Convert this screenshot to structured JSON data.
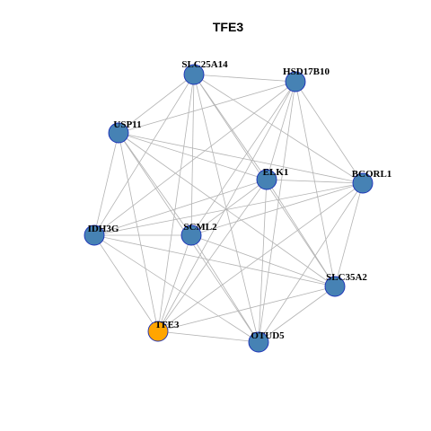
{
  "title": "TFE3",
  "colors": {
    "node_default": "#4682B4",
    "node_highlight": "#FFA500",
    "node_border": "#1A2FB8",
    "edge": "#B3B3B3"
  },
  "nodes": [
    {
      "id": "SLC25A14",
      "highlight": false
    },
    {
      "id": "HSD17B10",
      "highlight": false
    },
    {
      "id": "USP11",
      "highlight": false
    },
    {
      "id": "ELK1",
      "highlight": false
    },
    {
      "id": "BCORL1",
      "highlight": false
    },
    {
      "id": "IDH3G",
      "highlight": false
    },
    {
      "id": "SCML2",
      "highlight": false
    },
    {
      "id": "SLC35A2",
      "highlight": false
    },
    {
      "id": "TFE3",
      "highlight": true
    },
    {
      "id": "OTUD5",
      "highlight": false
    }
  ],
  "edges": [
    [
      "SLC25A14",
      "HSD17B10"
    ],
    [
      "SLC25A14",
      "USP11"
    ],
    [
      "SLC25A14",
      "BCORL1"
    ],
    [
      "SLC25A14",
      "ELK1"
    ],
    [
      "SLC25A14",
      "SLC35A2"
    ],
    [
      "SLC25A14",
      "IDH3G"
    ],
    [
      "SLC25A14",
      "SCML2"
    ],
    [
      "SLC25A14",
      "TFE3"
    ],
    [
      "SLC25A14",
      "OTUD5"
    ],
    [
      "HSD17B10",
      "USP11"
    ],
    [
      "HSD17B10",
      "BCORL1"
    ],
    [
      "HSD17B10",
      "ELK1"
    ],
    [
      "HSD17B10",
      "SLC35A2"
    ],
    [
      "HSD17B10",
      "IDH3G"
    ],
    [
      "HSD17B10",
      "SCML2"
    ],
    [
      "HSD17B10",
      "TFE3"
    ],
    [
      "HSD17B10",
      "OTUD5"
    ],
    [
      "USP11",
      "ELK1"
    ],
    [
      "USP11",
      "BCORL1"
    ],
    [
      "USP11",
      "IDH3G"
    ],
    [
      "USP11",
      "TFE3"
    ],
    [
      "USP11",
      "OTUD5"
    ],
    [
      "USP11",
      "SLC35A2"
    ],
    [
      "USP11",
      "SCML2"
    ],
    [
      "ELK1",
      "BCORL1"
    ],
    [
      "ELK1",
      "IDH3G"
    ],
    [
      "ELK1",
      "SCML2"
    ],
    [
      "ELK1",
      "SLC35A2"
    ],
    [
      "ELK1",
      "TFE3"
    ],
    [
      "ELK1",
      "OTUD5"
    ],
    [
      "BCORL1",
      "IDH3G"
    ],
    [
      "BCORL1",
      "SCML2"
    ],
    [
      "BCORL1",
      "SLC35A2"
    ],
    [
      "BCORL1",
      "TFE3"
    ],
    [
      "BCORL1",
      "OTUD5"
    ],
    [
      "IDH3G",
      "SCML2"
    ],
    [
      "IDH3G",
      "SLC35A2"
    ],
    [
      "IDH3G",
      "TFE3"
    ],
    [
      "IDH3G",
      "OTUD5"
    ],
    [
      "SCML2",
      "TFE3"
    ],
    [
      "SCML2",
      "OTUD5"
    ],
    [
      "SCML2",
      "SLC35A2"
    ],
    [
      "SLC35A2",
      "TFE3"
    ],
    [
      "SLC35A2",
      "OTUD5"
    ],
    [
      "TFE3",
      "OTUD5"
    ]
  ]
}
